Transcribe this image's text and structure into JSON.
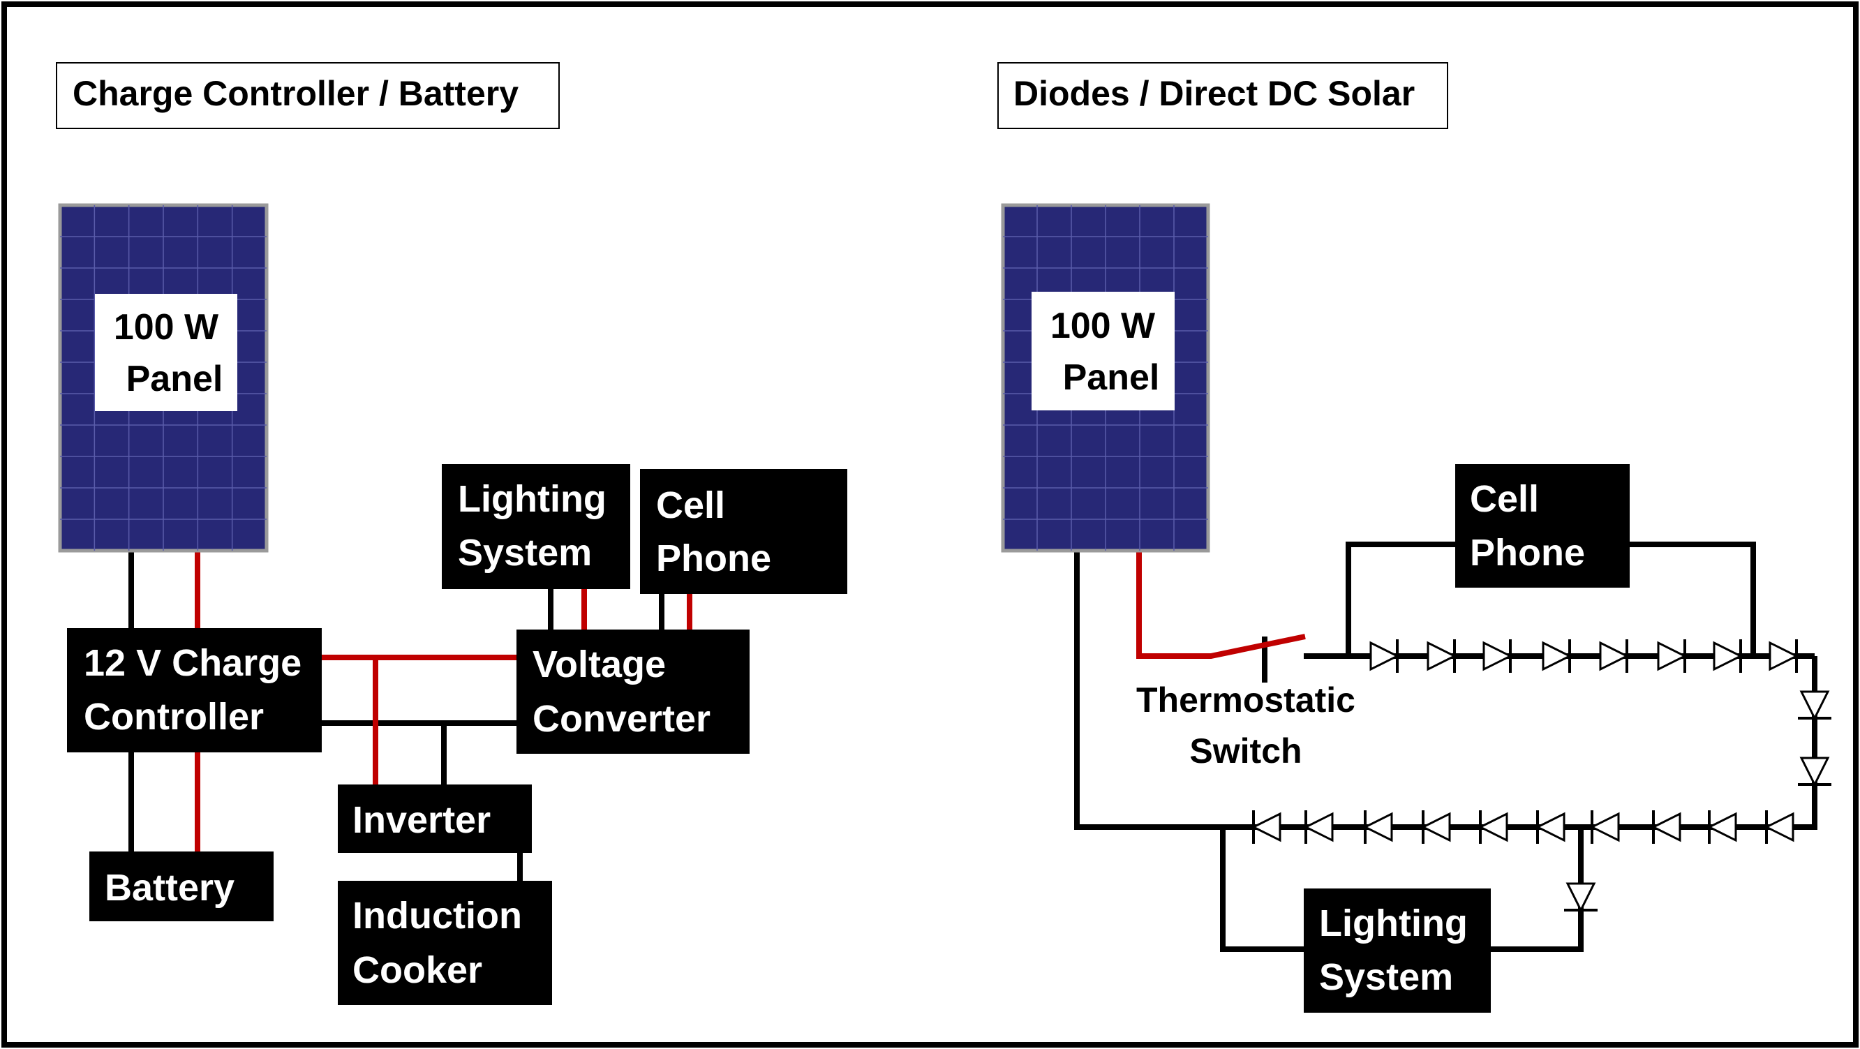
{
  "colors": {
    "wire_negative": "#000000",
    "wire_positive": "#c00000",
    "panel_fill": "#272876",
    "panel_grid": "#5a5caa",
    "panel_frame": "#9a9a9a",
    "box_fill": "#000000",
    "box_text": "#ffffff",
    "title_text": "#000000"
  },
  "left": {
    "title": "Charge Controller / Battery",
    "panel_label": [
      "100 W",
      "Panel"
    ],
    "charge_controller": [
      "12 V Charge",
      "Controller"
    ],
    "battery": "Battery",
    "lighting_system": [
      "Lighting",
      "System"
    ],
    "cell_phone": [
      "Cell",
      "Phone"
    ],
    "voltage_converter": [
      "Voltage",
      "Converter"
    ],
    "inverter": "Inverter",
    "induction_cooker": [
      "Induction",
      "Cooker"
    ]
  },
  "right": {
    "title": "Diodes / Direct DC Solar",
    "panel_label": [
      "100 W",
      "Panel"
    ],
    "cell_phone": [
      "Cell",
      "Phone"
    ],
    "thermostatic_switch": [
      "Thermostatic",
      "Switch"
    ],
    "lighting_system": [
      "Lighting",
      "System"
    ]
  }
}
